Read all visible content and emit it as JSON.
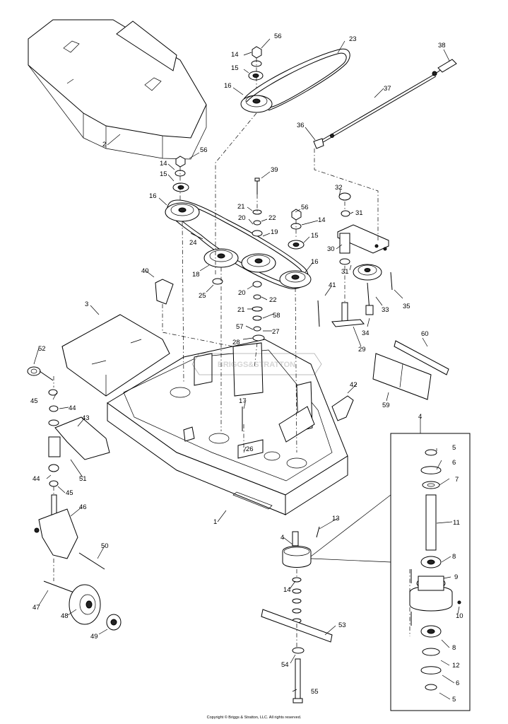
{
  "callouts": {
    "c56a": "56",
    "c23": "23",
    "c14a": "14",
    "c15a": "15",
    "c16a": "16",
    "c38": "38",
    "c37": "37",
    "c36": "36",
    "c2": "2",
    "c56b": "56",
    "c14b": "14",
    "c15b": "15",
    "c16b": "16",
    "c39": "39",
    "c32": "32",
    "c31a": "31",
    "c21a": "21",
    "c22a": "22",
    "c20a": "20",
    "c56c": "56",
    "c14c": "14",
    "c19": "19",
    "c15c": "15",
    "c24": "24",
    "c30": "30",
    "c18": "18",
    "c31b": "31",
    "c40": "40",
    "c16c": "16",
    "c25": "25",
    "c20b": "20",
    "c22b": "22",
    "c41": "41",
    "c33": "33",
    "c35": "35",
    "c3": "3",
    "c21b": "21",
    "c58": "58",
    "c57": "57",
    "c27": "27",
    "c34": "34",
    "c29": "29",
    "c60": "60",
    "c52": "52",
    "c28": "28",
    "c45a": "45",
    "c44a": "44",
    "c42": "42",
    "c59": "59",
    "c17": "17",
    "c4a": "4",
    "c43": "43",
    "c26": "26",
    "c5a": "5",
    "c6a": "6",
    "c7": "7",
    "c51": "51",
    "c44b": "44",
    "c45b": "45",
    "c11": "11",
    "c1": "1",
    "c46": "46",
    "c13": "13",
    "c4b": "4",
    "c50": "50",
    "c8a": "8",
    "c9": "9",
    "c14d": "14",
    "c10": "10",
    "c47": "47",
    "c53": "53",
    "c48": "48",
    "c49": "49",
    "c8b": "8",
    "c54": "54",
    "c12": "12",
    "c6b": "6",
    "c55": "55",
    "c5b": "5"
  },
  "watermark": "BRIGGS&STRATTON",
  "copyright": "Copyright © Briggs & Stratton, LLC. All rights reserved."
}
